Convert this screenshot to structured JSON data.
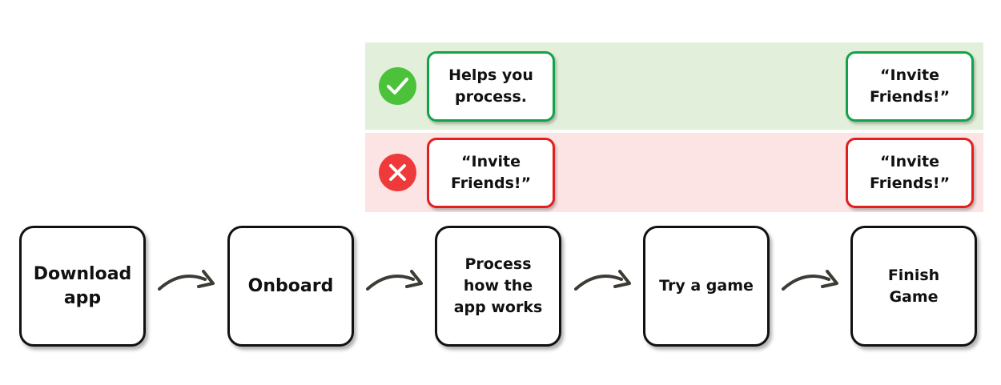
{
  "colors": {
    "good_band": "#e2efda",
    "bad_band": "#fde4e4",
    "good_border": "#12a34a",
    "bad_border": "#e21e1e",
    "good_badge": "#4cc23a",
    "bad_badge": "#ee3a3a",
    "step_border": "#111111",
    "arrow": "#3d3b35"
  },
  "icons": {
    "good": "checkmark-icon",
    "bad": "cross-icon",
    "connector": "curved-arrow-icon"
  },
  "good_row": {
    "notes": [
      "Helps you\nprocess.",
      "“Invite\nFriends!”"
    ]
  },
  "bad_row": {
    "notes": [
      "“Invite\nFriends!”",
      "“Invite\nFriends!”"
    ]
  },
  "steps": [
    {
      "label": "Download\napp"
    },
    {
      "label": "Onboard"
    },
    {
      "label": "Process\nhow the\napp works"
    },
    {
      "label": "Try a game"
    },
    {
      "label": "Finish\nGame"
    }
  ]
}
